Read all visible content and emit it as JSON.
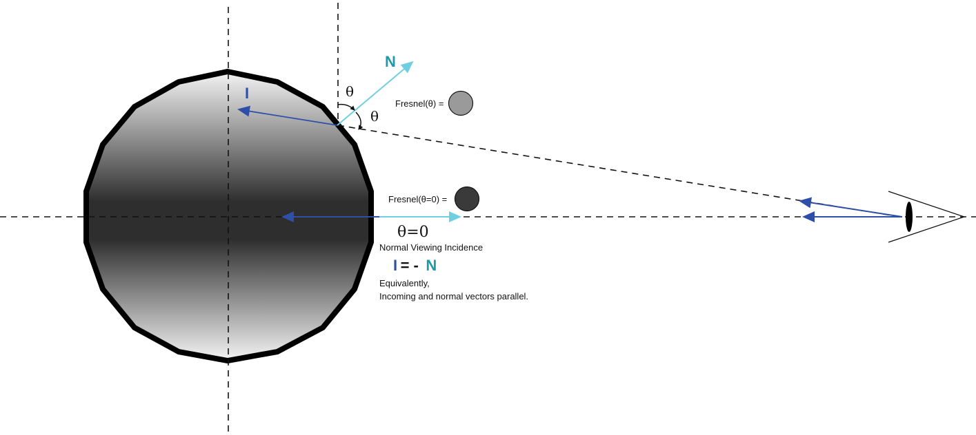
{
  "colors": {
    "incoming_vector": "#2d4fa8",
    "normal_vector": "#6fcfe0",
    "label_I": "#2d4fa8",
    "label_N": "#1e9aa8",
    "outline": "#000000",
    "sphere_light": "#f4f4f4",
    "sphere_dark": "#2e2e2e",
    "fresnel_theta_swatch": "#9a9a9a",
    "fresnel_zero_swatch": "#3a3a3a"
  },
  "labels": {
    "N_top": "N",
    "I_top": "I",
    "theta_upper": "θ",
    "theta_lower": "θ",
    "fresnel_theta": "Fresnel(θ) =",
    "fresnel_zero": "Fresnel(θ=0) =",
    "theta_zero": "θ=0",
    "normal_viewing": "Normal Viewing Incidence",
    "eq_I": "I",
    "eq_mid": "= -",
    "eq_N": "N",
    "equivalently": "Equivalently,",
    "parallel_note": "Incoming and normal vectors parallel."
  },
  "icons": {
    "eye": "eye-icon",
    "fresnel_theta_swatch": "gray-circle-swatch",
    "fresnel_zero_swatch": "dark-circle-swatch"
  }
}
